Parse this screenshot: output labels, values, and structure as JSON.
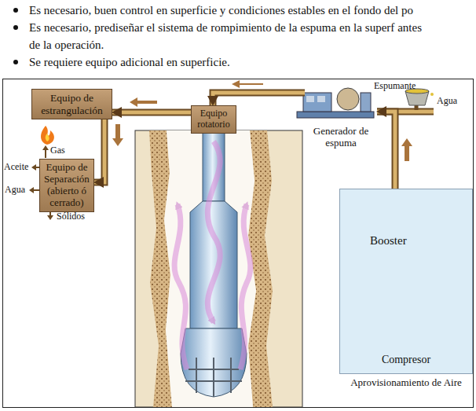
{
  "diagram": {
    "nodes": [
      {
        "text": [
          "Equipo de estrangulación"
        ]
      },
      {
        "text": [
          "Equipo rotatorio"
        ]
      },
      {
        "text": [
          "Equipo de Separación (abierto ó cerrado)"
        ]
      },
      {
        "text": [
          "Generador de espuma"
        ]
      },
      {
        "text": [
          "Aprovisionamiento de Aire"
        ]
      },
      {
        "text": [
          "Booster"
        ],
        "in": 4
      },
      {
        "text": [
          "Compresor"
        ],
        "in": 4
      }
    ],
    "edges": [
      {
        "from": 3,
        "to": 1,
        "arrow": "to"
      },
      {
        "from": 1,
        "to": 0,
        "arrow": "to"
      },
      {
        "from": 0,
        "to": 2,
        "arrow": "to"
      },
      {
        "from": 6,
        "to": 5,
        "arrow": "to"
      },
      {
        "from": 5,
        "to": 3,
        "arrow": "to"
      }
    ],
    "labels": [
      "Es necesario, buen control en superficie y condiciones estables en el fondo del po",
      "Es necesario, prediseñar el sistema de rompimiento de la espuma en la superf antes de la operación.",
      "Se requiere equipo adicional en superficie.",
      "Espumante",
      "Agua",
      "Gas",
      "Aceite",
      "Agua",
      "Sólidos"
    ]
  }
}
